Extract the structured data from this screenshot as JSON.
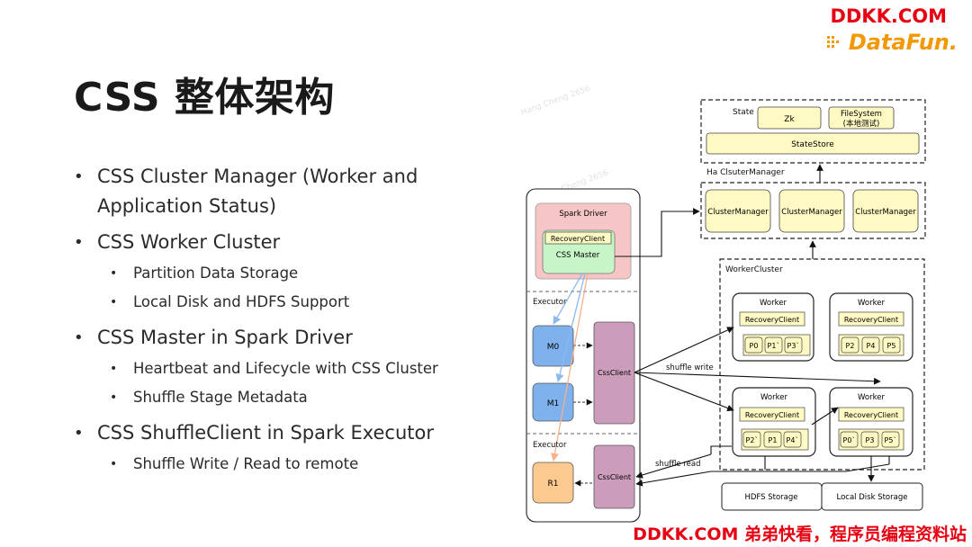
{
  "header": {
    "title": "CSS 整体架构",
    "watermark_top": "DDKK.COM",
    "logo_text": "DataFun.",
    "watermark_bottom": "DDKK.COM 弟弟快看，程序员编程资料站"
  },
  "bullets": [
    {
      "text": "CSS Cluster Manager (Worker and Application Status)",
      "subs": []
    },
    {
      "text": "CSS Worker Cluster",
      "subs": [
        "Partition Data Storage",
        "Local Disk and HDFS Support"
      ]
    },
    {
      "text": "CSS Master in Spark Driver",
      "subs": [
        "Heartbeat and Lifecycle with CSS Cluster",
        "Shuffle Stage Metadata"
      ]
    },
    {
      "text": "CSS ShuffleClient in Spark Executor",
      "subs": [
        "Shuffle Write / Read to remote"
      ]
    }
  ],
  "diagram": {
    "state_label": "State",
    "zk": "Zk",
    "filesystem_line1": "FileSystem",
    "filesystem_line2": "(本地测试)",
    "statestore": "StateStore",
    "ha_label": "Ha ClsuterManager",
    "cluster_manager": "ClusterManager",
    "worker_cluster_label": "WorkerCluster",
    "worker_label": "Worker",
    "recovery_client": "RecoveryClient",
    "w1_partitions": [
      "P0",
      "P1`",
      "P3`"
    ],
    "w2_partitions": [
      "P2",
      "P4",
      "P5"
    ],
    "w3_partitions": [
      "P2`",
      "P1",
      "P4`"
    ],
    "w4_partitions": [
      "P0`",
      "P3",
      "P5`"
    ],
    "spark_driver": "Spark Driver",
    "css_master": "CSS Master",
    "executor_label": "Executor",
    "m0": "M0",
    "m1": "M1",
    "r1": "R1",
    "css_client": "CssClient",
    "shuffle_write": "shuffle write",
    "shuffle_read": "shuffle read",
    "hdfs_storage": "HDFS Storage",
    "local_disk_storage": "Local Disk Storage",
    "faint_watermark": "Hang Cheng 2656",
    "colors": {
      "yellow_fill": "#fff9c4",
      "green_fill": "#c8f5c8",
      "pink_fill": "#f6c6c6",
      "blue_fill": "#7fb1ec",
      "purple_fill": "#cc9cbb",
      "orange_fill": "#fcc98f"
    }
  }
}
